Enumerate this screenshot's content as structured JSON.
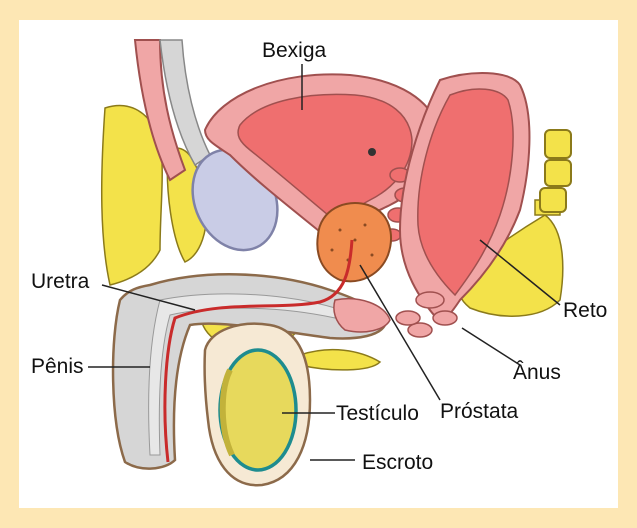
{
  "labels": {
    "bexiga": "Bexiga",
    "uretra": "Uretra",
    "penis": "Pênis",
    "reto": "Reto",
    "anus": "Ânus",
    "testiculo": "Testículo",
    "prostata": "Próstata",
    "escroto": "Escroto"
  },
  "colors": {
    "page_background": "#fde7b4",
    "panel_background": "#ffffff",
    "bladder": "#ef6f6f",
    "tissue_pink": "#f0a6a6",
    "fat": "#f3e24a",
    "prostate": "#f08c4e",
    "gland_blue": "#c9cce6",
    "penis_gray": "#d6d6d6",
    "testicle": "#e7d95c",
    "testicle_outline": "#1e8c8f"
  }
}
